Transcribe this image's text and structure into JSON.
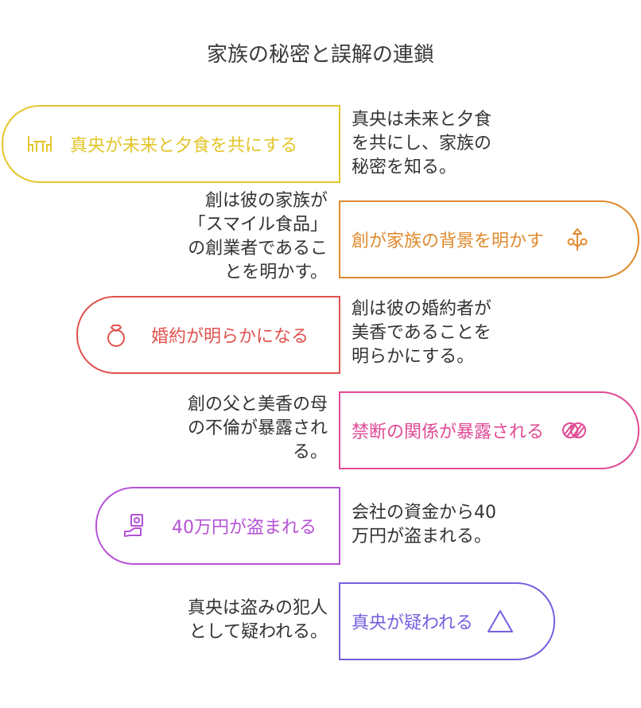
{
  "title": "家族の秘密と誤解の連鎖",
  "steps": [
    {
      "label": "真央が未来と夕食を共にする",
      "desc": "真央は未来と夕食\nを共にし、家族の\n秘密を知る。",
      "color": "#e3c52b",
      "icon": "dinner-table-icon"
    },
    {
      "label": "創が家族の背景を明かす",
      "desc": "創は彼の家族が\n「スマイル食品」\nの創業者であるこ\nとを明かす。",
      "color": "#e08a2e",
      "icon": "family-tree-icon"
    },
    {
      "label": "婚約が明らかになる",
      "desc": "創は彼の婚約者が\n美香であることを\n明らかにする。",
      "color": "#e0524f",
      "icon": "ring-icon"
    },
    {
      "label": "禁断の関係が暴露される",
      "desc": "創の父と美香の母\nの不倫が暴露され\nる。",
      "color": "#e04a94",
      "icon": "intertwined-circles-icon"
    },
    {
      "label": "40万円が盗まれる",
      "desc": "会社の資金から40\n万円が盗まれる。",
      "color": "#b552d6",
      "icon": "money-hand-icon"
    },
    {
      "label": "真央が疑われる",
      "desc": "真央は盗みの犯人\nとして疑われる。",
      "color": "#7460e0",
      "icon": "warning-triangle-icon"
    }
  ]
}
